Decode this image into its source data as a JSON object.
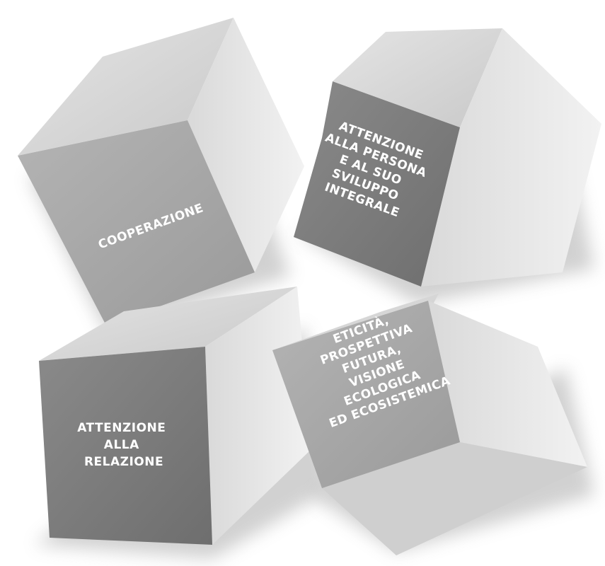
{
  "cubes": [
    {
      "id": "cooperazione",
      "lines": [
        "COOPERAZIONE"
      ]
    },
    {
      "id": "persona",
      "lines": [
        "ATTENZIONE",
        "ALLA PERSONA",
        "E AL SUO",
        "SVILUPPO",
        "INTEGRALE"
      ]
    },
    {
      "id": "relazione",
      "lines": [
        "ATTENZIONE",
        "ALLA",
        "RELAZIONE"
      ]
    },
    {
      "id": "eticita",
      "lines": [
        "ETICITÀ,",
        "PROSPETTIVA",
        "FUTURA,",
        "VISIONE",
        "ECOLOGICA",
        "ED ECOSISTEMICA"
      ]
    }
  ],
  "colors": {
    "front_light": "#a7a7a7",
    "front_dark": "#7c7c7c",
    "top": "#dcdcdc",
    "side": "#e9e9e9",
    "shadow": "#8a8a8a"
  }
}
